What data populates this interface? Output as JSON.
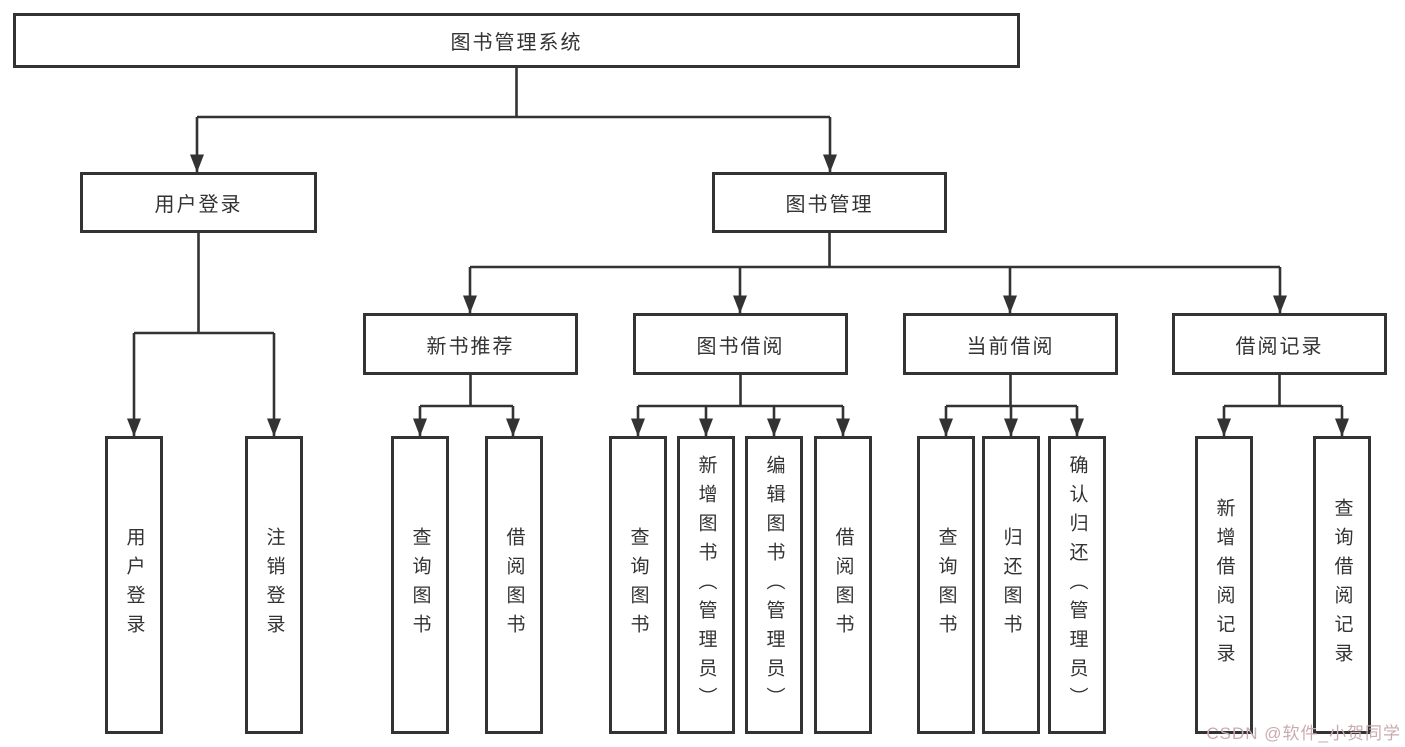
{
  "tree": {
    "label": "图书管理系统",
    "children": [
      {
        "label": "用户登录",
        "children": [
          {
            "label": "用户登录"
          },
          {
            "label": "注销登录"
          }
        ]
      },
      {
        "label": "图书管理",
        "children": [
          {
            "label": "新书推荐",
            "children": [
              {
                "label": "查询图书"
              },
              {
                "label": "借阅图书"
              }
            ]
          },
          {
            "label": "图书借阅",
            "children": [
              {
                "label": "查询图书"
              },
              {
                "label": "新增图书（管理员）"
              },
              {
                "label": "编辑图书（管理员）"
              },
              {
                "label": "借阅图书"
              }
            ]
          },
          {
            "label": "当前借阅",
            "children": [
              {
                "label": "查询图书"
              },
              {
                "label": "归还图书"
              },
              {
                "label": "确认归还（管理员）"
              }
            ]
          },
          {
            "label": "借阅记录",
            "children": [
              {
                "label": "新增借阅记录"
              },
              {
                "label": "查询借阅记录"
              }
            ]
          }
        ]
      }
    ]
  },
  "watermark": {
    "text": "CSDN @软件_小贺同学",
    "color": "#c9abb1"
  },
  "colors": {
    "line": "#333333",
    "background": "#ffffff"
  }
}
